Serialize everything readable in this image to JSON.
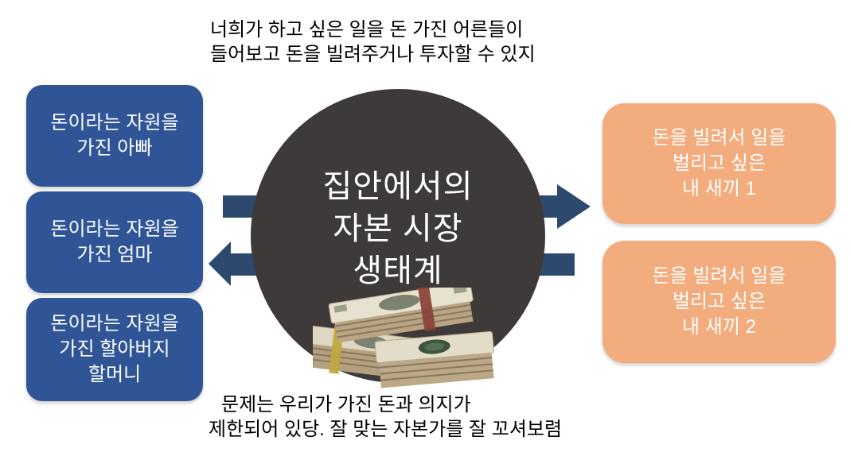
{
  "colors": {
    "blue-box": "#2f5597",
    "orange-box": "#f2ac7d",
    "circle": "#3e3a39",
    "arrow": "#2d4a6e",
    "caption-text": "#000000",
    "box-text": "#ffffff"
  },
  "captions": {
    "top_line1": "너희가 하고 싶은 일을 돈 가진 어른들이",
    "top_line2": "들어보고 돈을 빌려주거나 투자할 수 있지",
    "bottom_line1": "문제는 우리가 가진 돈과 의지가",
    "bottom_line2": "제한되어 있당. 잘 맞는 자본가를 잘 꼬셔보렴"
  },
  "center": {
    "title": "집안에서의\n자본 시장\n생태계"
  },
  "left_boxes": [
    {
      "label": "돈이라는 자원을\n가진 아빠"
    },
    {
      "label": "돈이라는 자원을\n가진 엄마"
    },
    {
      "label": "돈이라는 자원을\n가진 할아버지\n할머니"
    }
  ],
  "right_boxes": [
    {
      "label": "돈을 빌려서 일을\n벌리고 싶은\n내 새끼 1"
    },
    {
      "label": "돈을 빌려서 일을\n벌리고 싶은\n내 새끼 2"
    }
  ],
  "icons": {
    "money_stack": "money-stack-image",
    "arrow_right": "arrow-right-icon",
    "arrow_left": "arrow-left-icon"
  }
}
